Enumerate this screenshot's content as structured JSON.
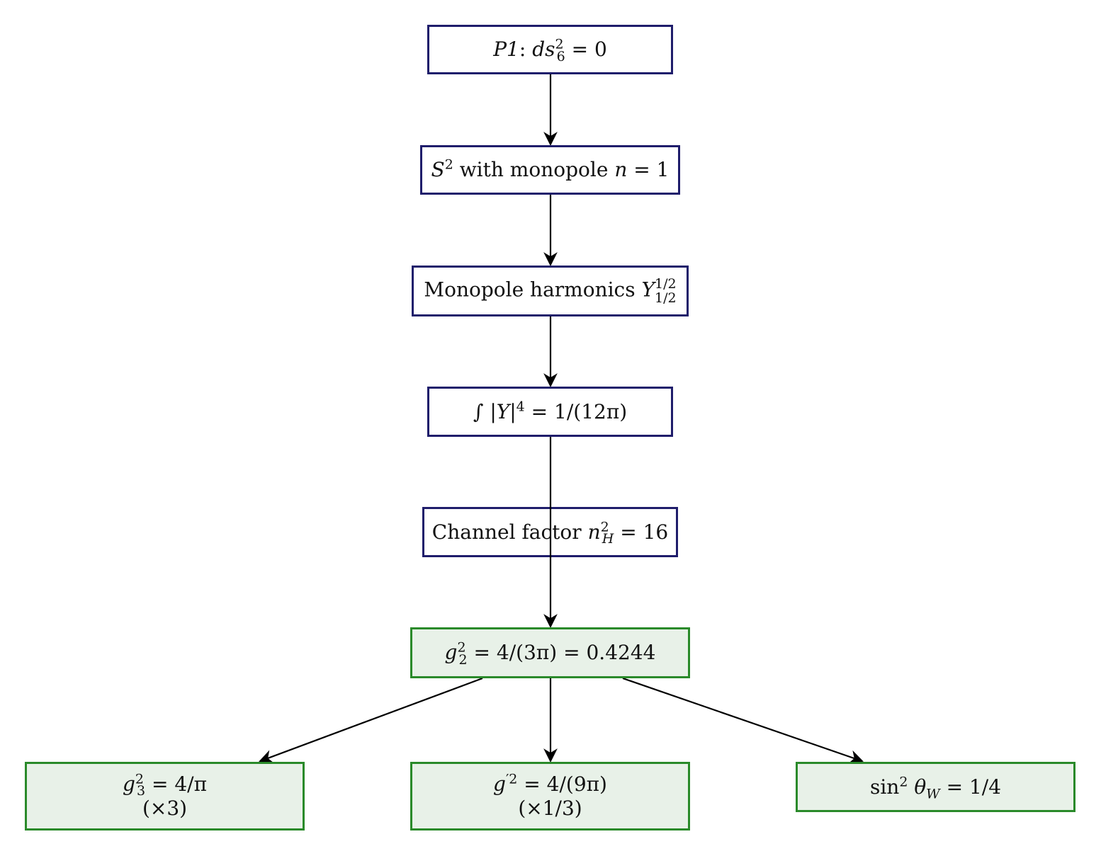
{
  "diagram": {
    "nodes": {
      "p1": {
        "label": "P1",
        "colon": ":",
        "lhs": "ds",
        "sub": "6",
        "sup": "2",
        "rhs": "= 0"
      },
      "s2": {
        "base": "S",
        "sup": "2",
        "text": "with monopole",
        "var": "n",
        "rhs": "= 1"
      },
      "harm": {
        "text": "Monopole harmonics",
        "var": "Y",
        "sup": "1/2",
        "sub": "1/2"
      },
      "integral": {
        "symbol": "∫",
        "expr": "|Y|",
        "sup": "4",
        "rhs": "= 1/(12π)"
      },
      "channel": {
        "text": "Channel factor",
        "var": "n",
        "sub": "H",
        "sup": "2",
        "rhs": "= 16"
      },
      "g2": {
        "var": "g",
        "sub": "2",
        "sup": "2",
        "rhs": "= 4/(3π) = 0.4244"
      },
      "g3": {
        "var": "g",
        "sub": "3",
        "sup": "2",
        "rhs": "= 4/π",
        "factor": "(×3)"
      },
      "gprime": {
        "var": "g",
        "sup": "′2",
        "rhs": "= 4/(9π)",
        "factor": "(×1/3)"
      },
      "weinberg": {
        "fn": "sin",
        "sup": "2",
        "var": "θ",
        "sub": "W",
        "rhs": "= 1/4"
      }
    },
    "colors": {
      "flow_border": "#1f1d6b",
      "result_border": "#2a8a2a",
      "result_fill": "#e8f1e8",
      "arrow": "#000000"
    }
  }
}
